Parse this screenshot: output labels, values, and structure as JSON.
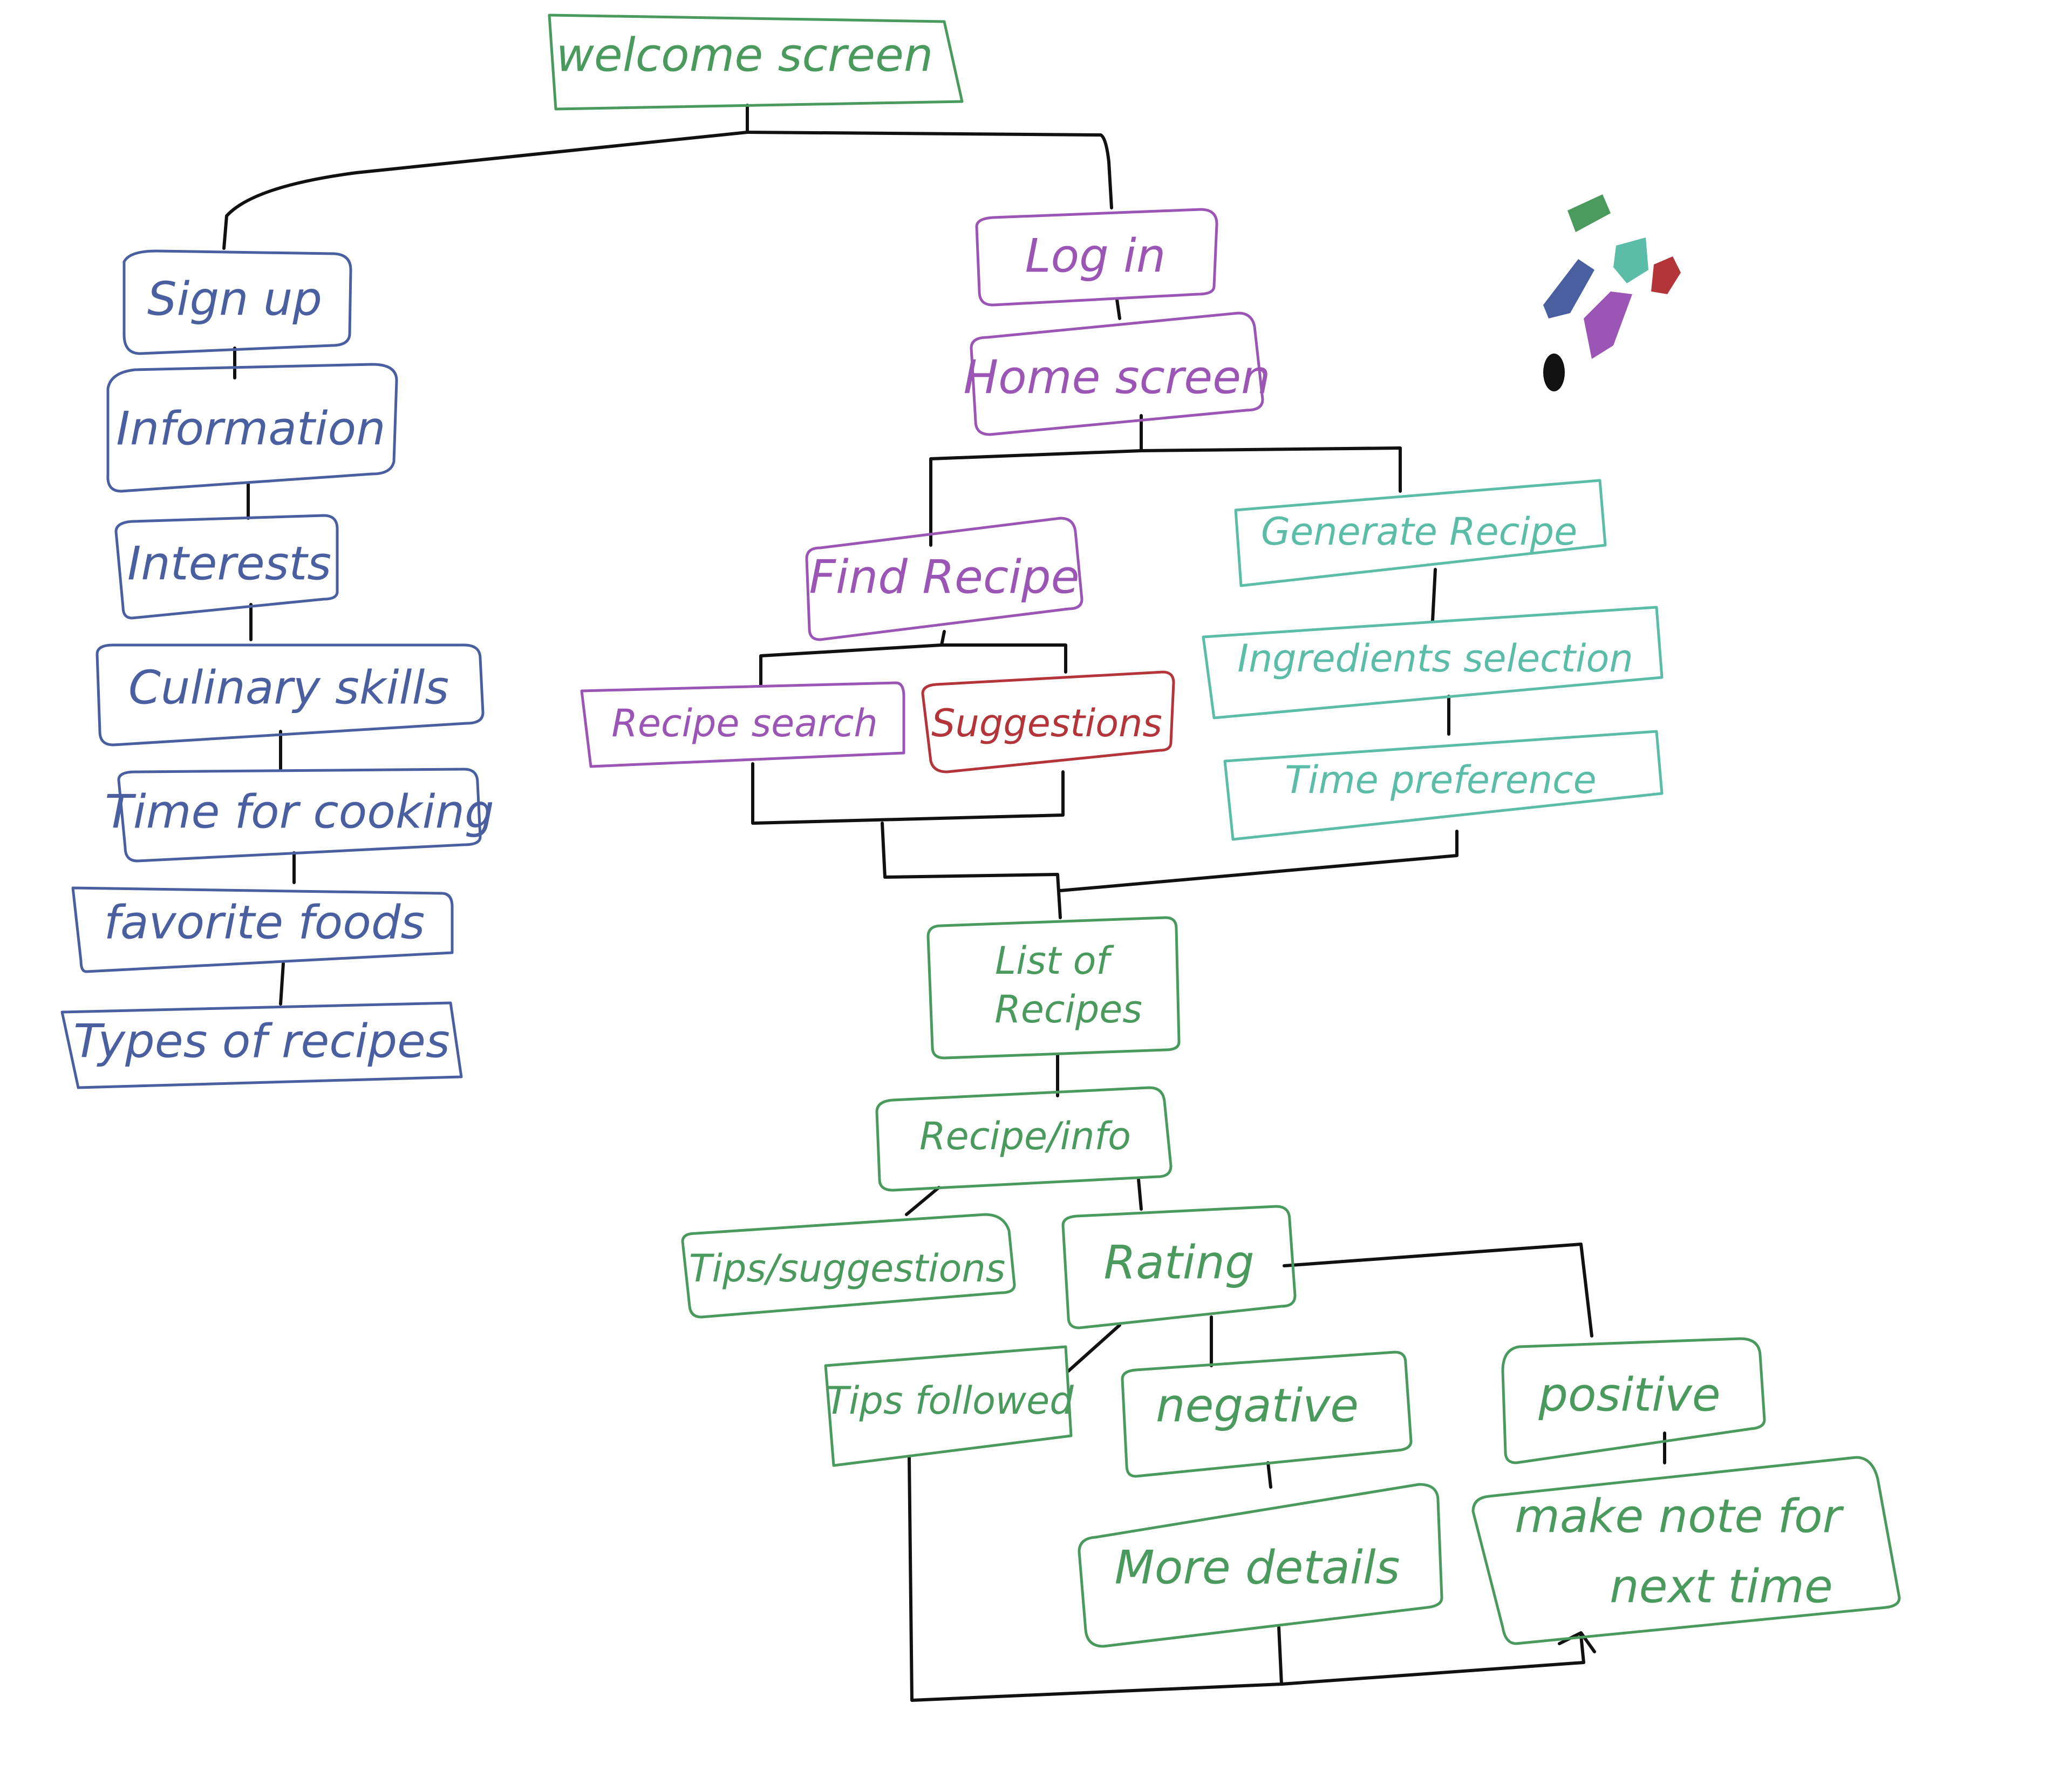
{
  "palette": {
    "green": "#4a9a5e",
    "blue": "#4a5fa0",
    "purple": "#9a55b5",
    "teal": "#5bbda8",
    "red": "#b3353a",
    "black": "#111111"
  },
  "nodes": {
    "welcome": "welcome screen",
    "sign_up": "Sign up",
    "information": "Information",
    "interests": "Interests",
    "culinary_skills": "Culinary skills",
    "time_for_cooking": "Time for cooking",
    "favorite_foods": "favorite foods",
    "types_of_recipes": "Types of recipes",
    "log_in": "Log in",
    "home_screen": "Home screen",
    "find_recipe": "Find Recipe",
    "recipe_search": "Recipe search",
    "suggestions": "Suggestions",
    "generate_recipe": "Generate Recipe",
    "ingredients_selection": "Ingredients selection",
    "time_preference": "Time preference",
    "list_of_recipes_line1": "List of",
    "list_of_recipes_line2": "Recipes",
    "recipe_info": "Recipe/info",
    "tips_suggestions": "Tips/suggestions",
    "rating": "Rating",
    "tips_followed": "Tips followed",
    "negative": "negative",
    "positive": "positive",
    "more_details": "More details",
    "make_note_line1": "make note for",
    "make_note_line2": "next time"
  }
}
